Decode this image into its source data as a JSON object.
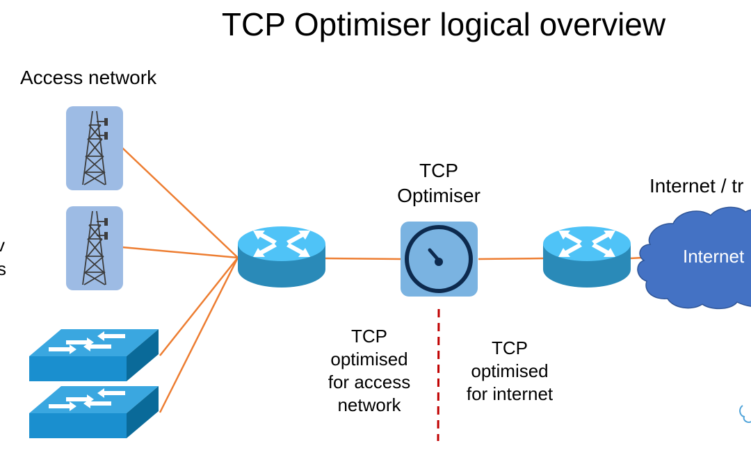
{
  "title": "TCP Optimiser logical overview",
  "labels": {
    "access_network": "Access network",
    "tcp_optimiser": [
      "TCP",
      "Optimiser"
    ],
    "internet_transit": "Internet / tr",
    "internet_cloud": "Internet",
    "optimised_access": [
      "TCP",
      "optimised",
      "for access",
      "network"
    ],
    "optimised_internet": [
      "TCP",
      "optimised",
      "for internet"
    ],
    "left_cut_1": "v",
    "left_cut_2": "s"
  },
  "colors": {
    "link": "#ed7d31",
    "router_top": "#4fc3f7",
    "router_side": "#2a8ab8",
    "switch_top": "#3aa7e0",
    "switch_side": "#0a6a99",
    "tower_bg": "#9dbbe4",
    "optimiser_bg": "#7ab3e1",
    "cloud": "#4472c4",
    "divider": "#c00000"
  },
  "icons": [
    "cell-tower-icon",
    "router-icon",
    "switch-icon",
    "gauge-icon",
    "cloud-icon"
  ]
}
